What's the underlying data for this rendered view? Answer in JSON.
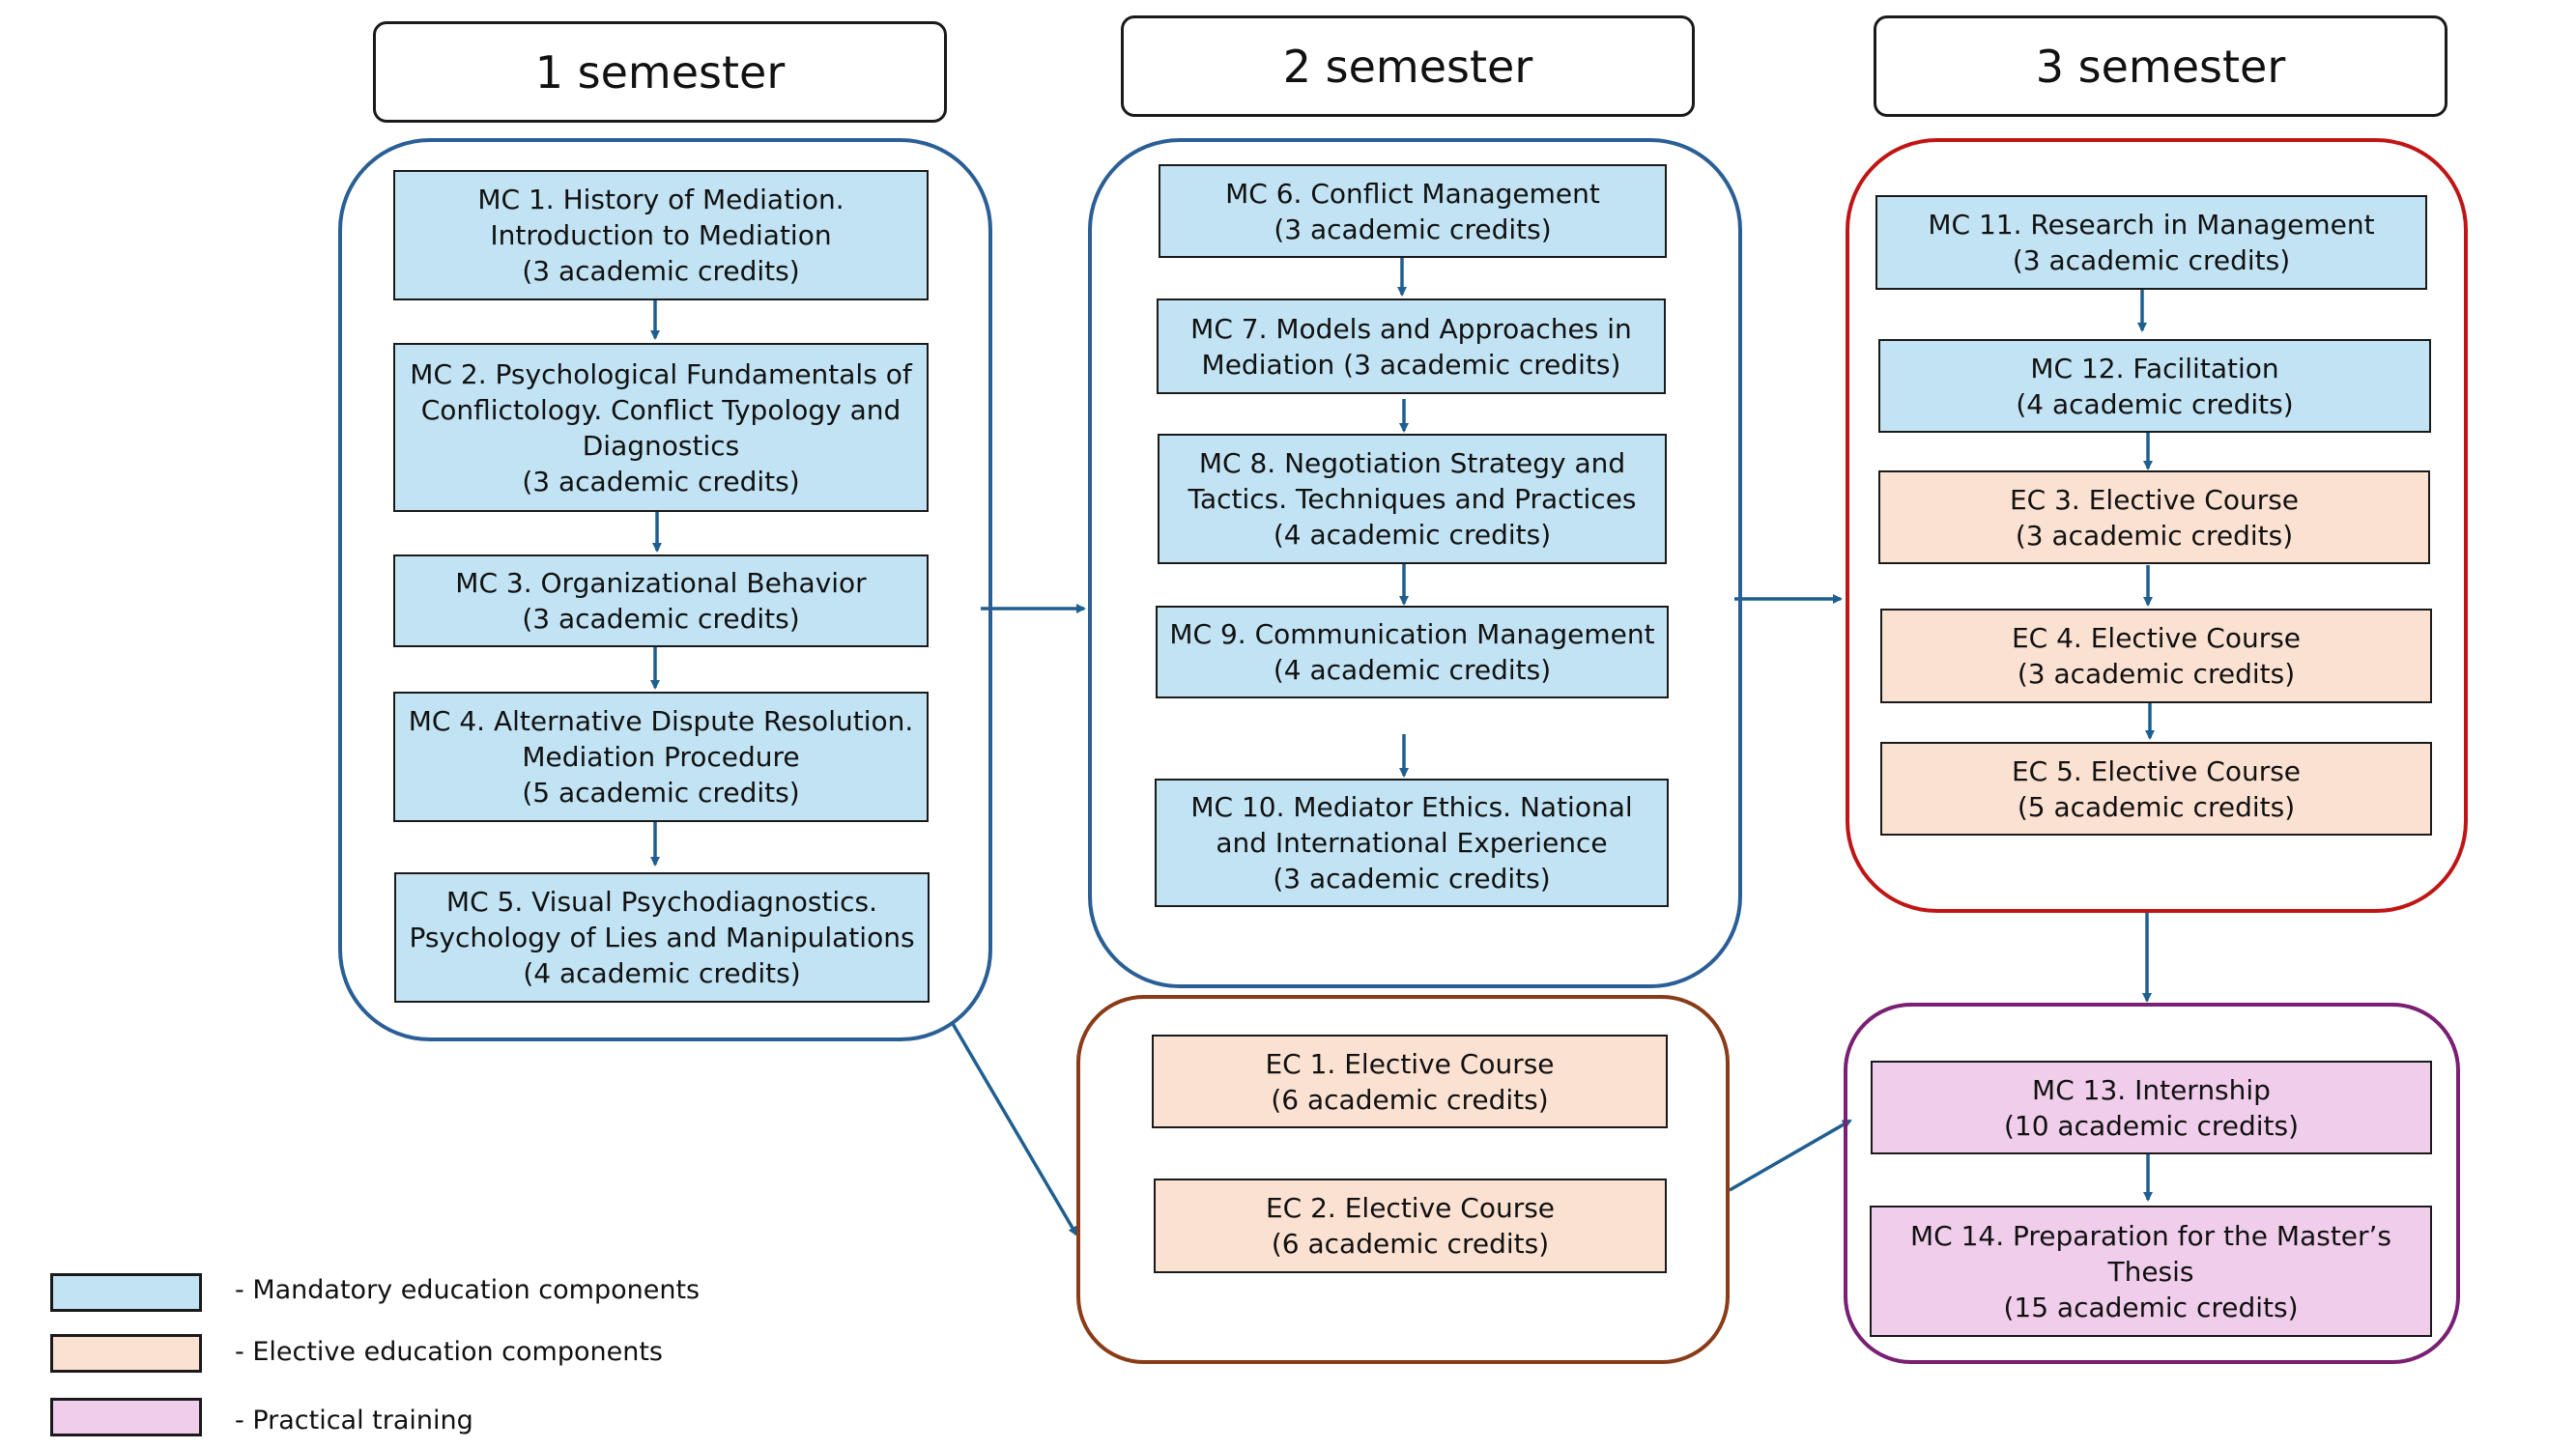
{
  "colors": {
    "mandatory": "#c2e3f3",
    "elective": "#fbe1d2",
    "practical": "#f0cdeb",
    "arrow": "#1f5f8f",
    "border_blue": "#2a5f96",
    "border_red": "#c01515",
    "border_brown": "#8a3b17",
    "border_purple": "#7a1f73"
  },
  "headers": {
    "sem1": "1 semester",
    "sem2": "2 semester",
    "sem3": "3 semester"
  },
  "semester1": {
    "mc1": {
      "line1": "MC 1. History of Mediation.",
      "line2": "Introduction to Mediation",
      "line3": "(3 academic credits)"
    },
    "mc2": {
      "line1": "MC 2. Psychological Fundamentals of",
      "line2": "Conflictology. Conflict Typology and",
      "line3": "Diagnostics",
      "line4": "(3 academic credits)"
    },
    "mc3": {
      "line1": "MC 3. Organizational Behavior",
      "line2": "(3 academic credits)"
    },
    "mc4": {
      "line1": "MC 4. Alternative Dispute Resolution.",
      "line2": "Mediation Procedure",
      "line3": "(5 academic credits)"
    },
    "mc5": {
      "line1": "MC 5. Visual Psychodiagnostics.",
      "line2": "Psychology of Lies and Manipulations",
      "line3": "(4 academic credits)"
    }
  },
  "semester2": {
    "mc6": {
      "line1": "MC 6. Conflict Management",
      "line2": "(3 academic credits)"
    },
    "mc7": {
      "line1": "MC 7. Models and Approaches in",
      "line2": "Mediation (3 academic credits)"
    },
    "mc8": {
      "line1": "MC 8. Negotiation Strategy and",
      "line2": "Tactics. Techniques and Practices",
      "line3": "(4 academic credits)"
    },
    "mc9": {
      "line1": "MC 9. Communication Management",
      "line2": "(4 academic credits)"
    },
    "mc10": {
      "line1": "MC 10. Mediator Ethics. National",
      "line2": "and International Experience",
      "line3": "(3 academic credits)"
    },
    "ec1": {
      "line1": "EC 1. Elective Course",
      "line2": "(6 academic credits)"
    },
    "ec2": {
      "line1": "EC 2. Elective Course",
      "line2": "(6 academic credits)"
    }
  },
  "semester3": {
    "mc11": {
      "line1": "MC  11. Research in Management",
      "line2": "(3 academic credits)"
    },
    "mc12": {
      "line1": "MC  12. Facilitation",
      "line2": "(4 academic credits)"
    },
    "ec3": {
      "line1": "EC 3. Elective Course",
      "line2": "(3 academic credits)"
    },
    "ec4": {
      "line1": "EC 4. Elective Course",
      "line2": "(3 academic credits)"
    },
    "ec5": {
      "line1": "EC 5. Elective Course",
      "line2": "(5 academic credits)"
    },
    "mc13": {
      "line1": "MC 13. Internship",
      "line2": "(10 academic credits)"
    },
    "mc14": {
      "line1": "MC 14. Preparation for the Master’s",
      "line2": "Thesis",
      "line3": "(15 academic credits)"
    }
  },
  "legend": {
    "mandatory": "-  Mandatory education components",
    "elective": "-  Elective education components",
    "practical": "-  Practical training"
  }
}
